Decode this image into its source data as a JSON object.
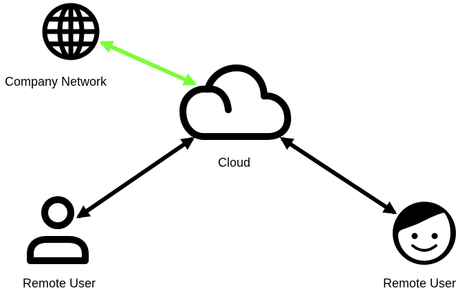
{
  "nodes": {
    "company_network": {
      "label": "Company Network",
      "icon": "globe-icon"
    },
    "cloud": {
      "label": "Cloud",
      "icon": "cloud-icon"
    },
    "remote_user_left": {
      "label": "Remote User",
      "icon": "user-icon"
    },
    "remote_user_right": {
      "label": "Remote User",
      "icon": "face-icon"
    }
  },
  "edges": [
    {
      "from": "company_network",
      "to": "cloud",
      "direction": "both",
      "color": "#7CFC3A"
    },
    {
      "from": "cloud",
      "to": "remote_user_left",
      "direction": "both",
      "color": "#000000"
    },
    {
      "from": "cloud",
      "to": "remote_user_right",
      "direction": "both",
      "color": "#000000"
    }
  ],
  "colors": {
    "icon_stroke": "#000000",
    "highlight_edge": "#7CFC3A",
    "default_edge": "#000000"
  }
}
